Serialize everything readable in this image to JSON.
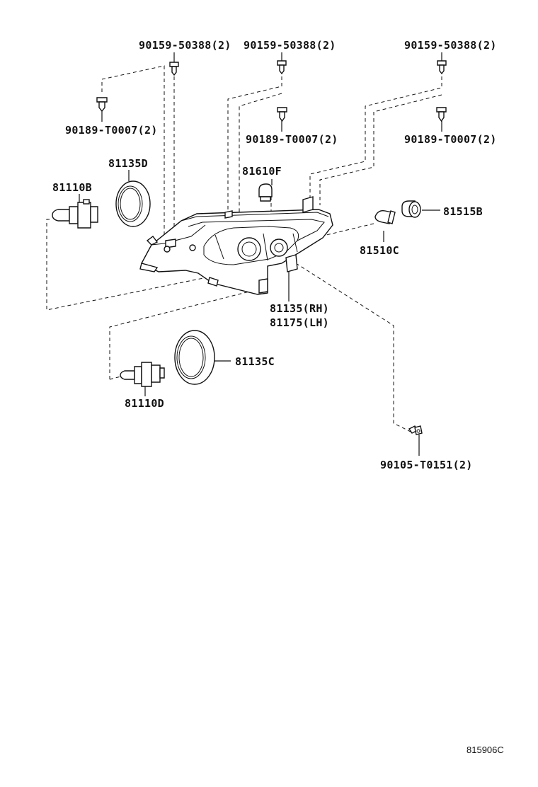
{
  "labels": {
    "bolt_left": "90159-50388(2)",
    "bolt_mid": "90159-50388(2)",
    "bolt_right": "90159-50388(2)",
    "screw_left": "90189-T0007(2)",
    "screw_mid": "90189-T0007(2)",
    "screw_right": "90189-T0007(2)",
    "seal_upper": "81135D",
    "bulb_upper": "81110B",
    "small_bulb": "81610F",
    "socket_right": "81515B",
    "bulb_right": "81510C",
    "unit_rh": "81135(RH)",
    "unit_lh": "81175(LH)",
    "seal_lower": "81135C",
    "bulb_lower": "81110D",
    "screw_bottom": "90105-T0151(2)"
  },
  "reference_code": "815906C"
}
